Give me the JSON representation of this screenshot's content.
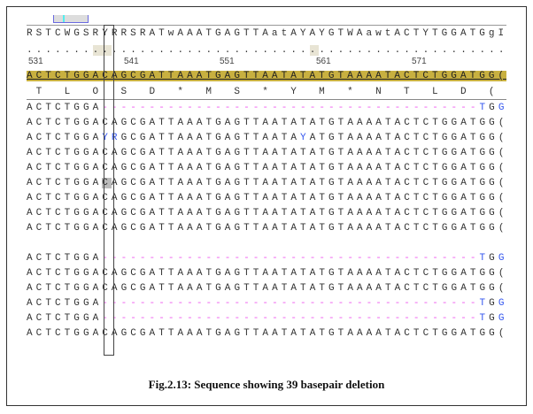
{
  "ruler_numbers": [
    "531",
    "541",
    "551",
    "561",
    "571"
  ],
  "top_sequence": "RSTCWGSRYRRSRATwAAATGAGTTAatAYAYGTWAawtACTYTGGATGgI",
  "dots": "......................................................",
  "consensus": "ACTCTGGACAGCGATTAAATGAGTTAATATATGTAAAATACTCTGGATGG(",
  "translation": " T  L  O  S  D  *  M  S  *  Y  M  *  N  T  L  D  (",
  "groups": [
    [
      "ACTCTGGA----------------------------------------TGG(",
      "ACTCTGGACAGCGATTAAATGAGTTAATATATGTAAAATACTCTGGATGG(",
      "ACTCTGGAYRGCGATTAAATGAGTTAATAYATGTAAAATACTCTGGATGG(",
      "ACTCTGGACAGCGATTAAATGAGTTAATATATGTAAAATACTCTGGATGG(",
      "ACTCTGGACAGCGATTAAATGAGTTAATATATGTAAAATACTCTGGATGG(",
      "ACTCTGGACAGCGATTAAATGAGTTAATATATGTAAAATACTCTGGATGG(",
      "ACTCTGGACAGCGATTAAATGAGTTAATATATGTAAAATACTCTGGATGG(",
      "ACTCTGGACAGCGATTAAATGAGTTAATATATGTAAAATACTCTGGATGG(",
      "ACTCTGGACAGCGATTAAATGAGTTAATATATGTAAAATACTCTGGATGG("
    ],
    [
      "ACTCTGGA----------------------------------------TGG(",
      "ACTCTGGACAGCGATTAAATGAGTTAATATATGTAAAATACTCTGGATGG(",
      "ACTCTGGACAGCGATTAAATGAGTTAATATATGTAAAATACTCTGGATGG(",
      "ACTCTGGA----------------------------------------TGG(",
      "ACTCTGGA----------------------------------------TGG(",
      "ACTCTGGACAGCGATTAAATGAGTTAATATATGTAAAATACTCTGGATGG("
    ]
  ],
  "caption": "Fig.2.13: Sequence showing 39 basepair deletion",
  "colors": {
    "consensus_bg": "#c8b040",
    "gap": "#ee55ee",
    "ambiguous": "#3355ee"
  }
}
